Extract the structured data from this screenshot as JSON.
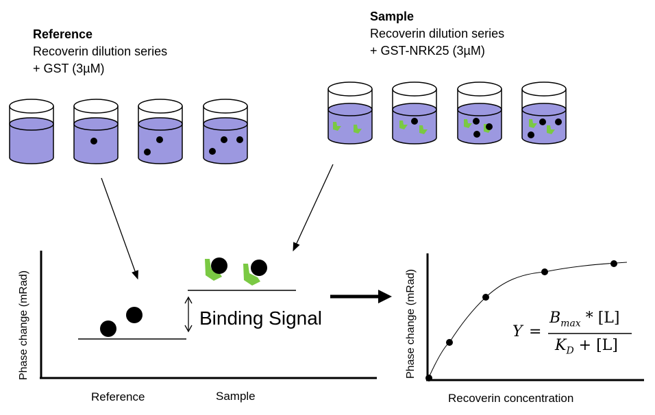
{
  "reference": {
    "title": "Reference",
    "line1": "Recoverin dilution series",
    "line2": "+ GST  (3µM)"
  },
  "sample": {
    "title": "Sample",
    "line1": "Recoverin dilution series",
    "line2": "+ GST-NRK25  (3µM)"
  },
  "signal_plot": {
    "ylabel": "Phase change (mRad)",
    "x_labels": [
      "Reference",
      "Sample"
    ],
    "annotation": "Binding Signal"
  },
  "binding_curve": {
    "ylabel": "Phase change (mRad)",
    "xlabel": "Recoverin concentration",
    "equation": {
      "lhs": "Y",
      "equals": "=",
      "numerator_var": "B",
      "numerator_sub": "max",
      "numerator_rest": " * [L]",
      "denominator_var": "K",
      "denominator_sub": "D",
      "denominator_rest": " + [L]"
    }
  },
  "colors": {
    "liquid": "#9c98e0",
    "protein_green": "#7ac943",
    "ink": "#000000"
  }
}
